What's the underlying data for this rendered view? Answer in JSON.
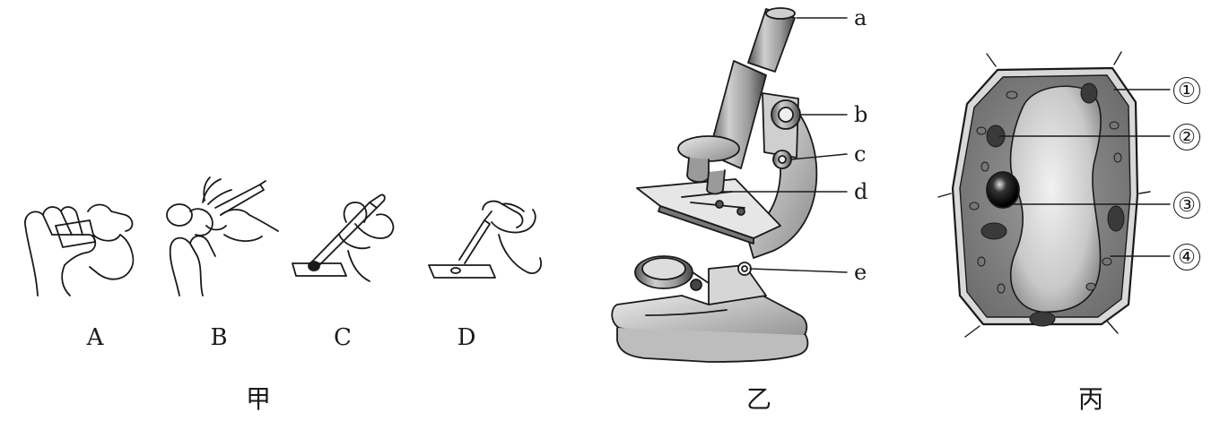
{
  "figure": {
    "panels": {
      "jia": {
        "caption": "甲",
        "steps": [
          {
            "label": "A"
          },
          {
            "label": "B"
          },
          {
            "label": "C"
          },
          {
            "label": "D"
          }
        ]
      },
      "yi": {
        "caption": "乙",
        "parts": [
          "a",
          "b",
          "c",
          "d",
          "e"
        ]
      },
      "bing": {
        "caption": "丙",
        "parts": [
          "①",
          "②",
          "③",
          "④"
        ]
      }
    }
  }
}
